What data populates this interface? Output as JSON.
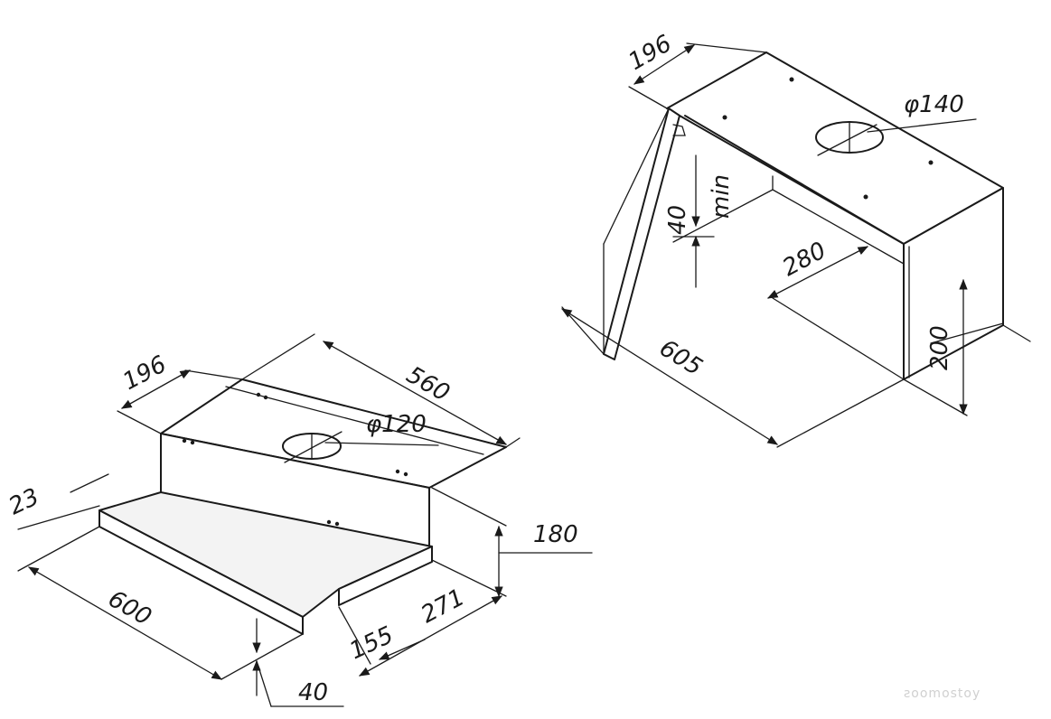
{
  "small_hood": {
    "dimensions": {
      "width_top": "560",
      "depth_top": "196",
      "duct_diameter": "φ120",
      "overall_width": "600",
      "panel_front": "23",
      "height": "180",
      "depth": "271",
      "offset": "155",
      "panel_height": "40"
    }
  },
  "large_hood": {
    "dimensions": {
      "depth_top": "196",
      "duct_diameter": "φ140",
      "min_gap_value": "40",
      "min_gap_label": "min",
      "inner_depth": "280",
      "width": "605",
      "height": "200"
    }
  },
  "watermark": "ƨoomostoy",
  "colors": {
    "line": "#1a1a1a",
    "background": "#ffffff"
  }
}
